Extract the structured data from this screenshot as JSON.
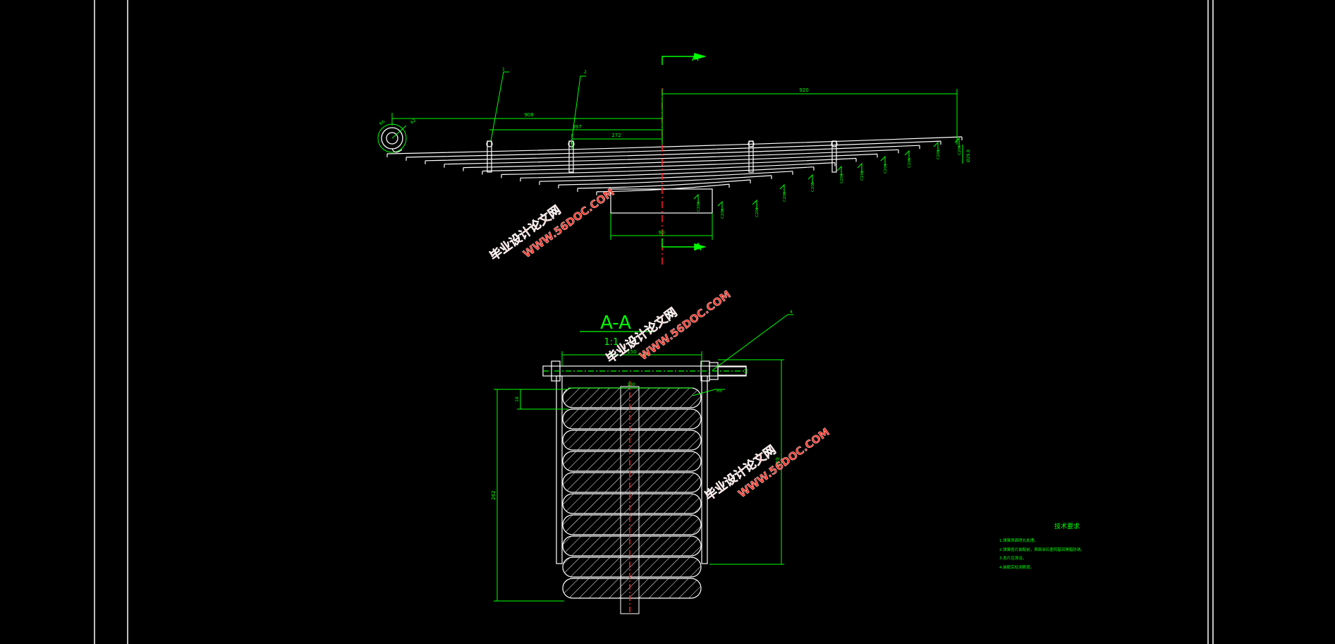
{
  "colors": {
    "background": "#000000",
    "frame": "#ffffff",
    "geometry": "#ffffff",
    "dimension": "#00ff00",
    "centerline": "#ff2020",
    "watermark": "#ff3b2f"
  },
  "top_view": {
    "section_mark_top": "A",
    "section_mark_bottom": "A",
    "dims": {
      "overall_right": "920",
      "left_long": "908",
      "left_mid": "397",
      "left_short": "272",
      "bottom_width": "90",
      "eye": "62",
      "eye_radius": "R6",
      "right_end": "Ø29.8"
    },
    "leaders": [
      "1",
      "2"
    ],
    "leaf_labels": [
      "C201",
      "C201",
      "C201",
      "C201",
      "C201",
      "C201",
      "C201",
      "C201",
      "C201",
      "C201",
      "C201"
    ]
  },
  "section_view": {
    "title": "A-A",
    "scale": "1:1",
    "dims": {
      "top_width": "150",
      "inner_width": "130",
      "leaf_thickness": "18",
      "chamfer": "R5",
      "left_height": "262",
      "right_height": "220",
      "bolt": "12"
    },
    "leader": "4"
  },
  "notes": {
    "title": "技术要求",
    "items": [
      "1.弹簧表面喷丸处理。",
      "2.弹簧各片装配前，表面涂石墨钙基润滑脂防锈。",
      "3.各片应清洁。",
      "4.装配后检测刚度。"
    ]
  },
  "watermarks": [
    {
      "line1": "毕业设计论文网",
      "line2": "WWW.56DOC.COM"
    },
    {
      "line1": "毕业设计论文网",
      "line2": "WWW.56DOC.COM"
    },
    {
      "line1": "毕业设计论文网",
      "line2": "WWW.56DOC.COM"
    }
  ]
}
